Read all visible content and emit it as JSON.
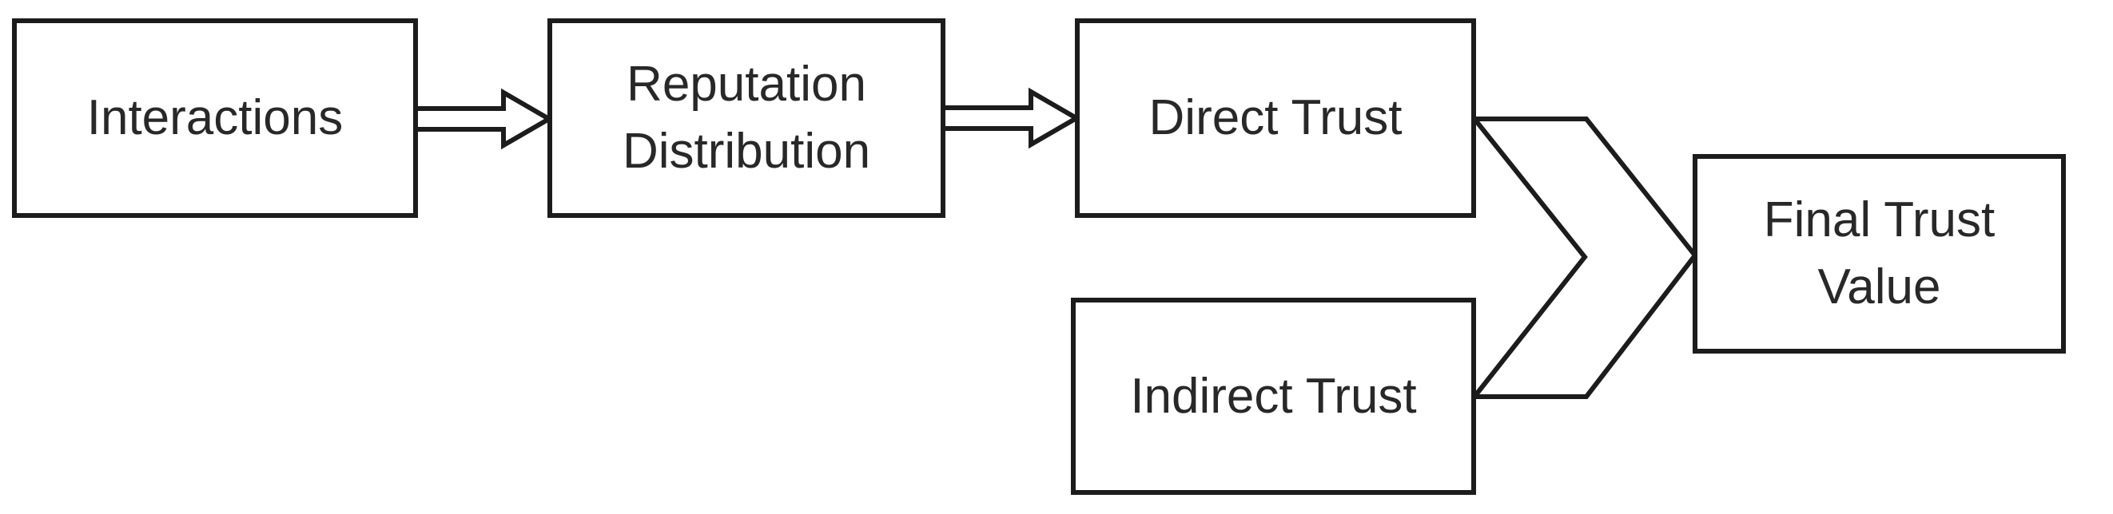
{
  "diagram": {
    "type": "flowchart",
    "nodes": [
      {
        "id": "interactions",
        "label": "Interactions"
      },
      {
        "id": "reputation-distribution",
        "label": "Reputation Distribution"
      },
      {
        "id": "direct-trust",
        "label": "Direct Trust"
      },
      {
        "id": "indirect-trust",
        "label": "Indirect Trust"
      },
      {
        "id": "final-trust-value",
        "label": "Final Trust Value"
      }
    ],
    "edges": [
      {
        "from": "interactions",
        "to": "reputation-distribution",
        "style": "open-block-arrow"
      },
      {
        "from": "reputation-distribution",
        "to": "direct-trust",
        "style": "open-block-arrow"
      },
      {
        "from": "direct-trust",
        "to": "final-trust-value",
        "style": "merge-chevron"
      },
      {
        "from": "indirect-trust",
        "to": "final-trust-value",
        "style": "merge-chevron"
      }
    ],
    "colors": {
      "line": "#1c1c1c",
      "text": "#282828",
      "node_fill": "#ffffff",
      "background": "#ffffff"
    }
  }
}
